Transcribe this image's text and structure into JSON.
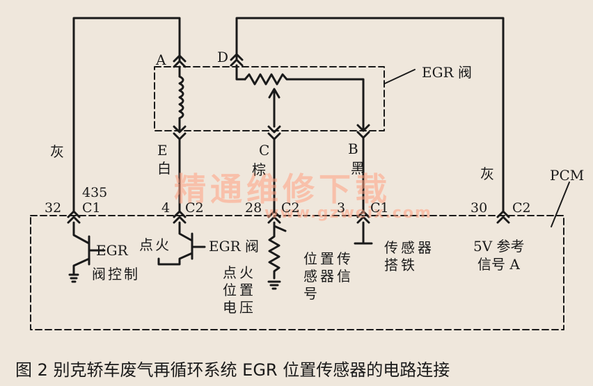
{
  "labels": {
    "pin_a": "A",
    "pin_d": "D",
    "pin_e": "E",
    "pin_c": "C",
    "pin_b": "B",
    "egr_valve": "EGR 阀",
    "wire_grey_left": "灰",
    "wire_grey_right": "灰",
    "wire_white": "白",
    "wire_brown": "棕",
    "wire_black": "黑",
    "pcm": "PCM",
    "circuit_435": "435",
    "t32": "32",
    "t32_c": "C1",
    "t4": "4",
    "t4_c": "C2",
    "t28": "28",
    "t28_c": "C2",
    "t3": "3",
    "t3_c": "C1",
    "t30": "30",
    "t30_c": "C2",
    "egr_ctrl_1": "EGR",
    "egr_ctrl_2": "阀控制",
    "ign_left": "点火",
    "egr_valve_pcm": "EGR 阀",
    "ign_pos_voltage": "点火位置电压",
    "pos_sensor_signal": "位置传感器信号",
    "sensor_ground": "传感器搭铁",
    "ref_5v_1": "5V 参考",
    "ref_5v_2": "信号 A"
  },
  "watermark": {
    "line1": "精通维修下载",
    "line2": "www.gzweix.com"
  },
  "caption": "图 2   别克轿车废气再循环系统 EGR 位置传感器的电路连接"
}
